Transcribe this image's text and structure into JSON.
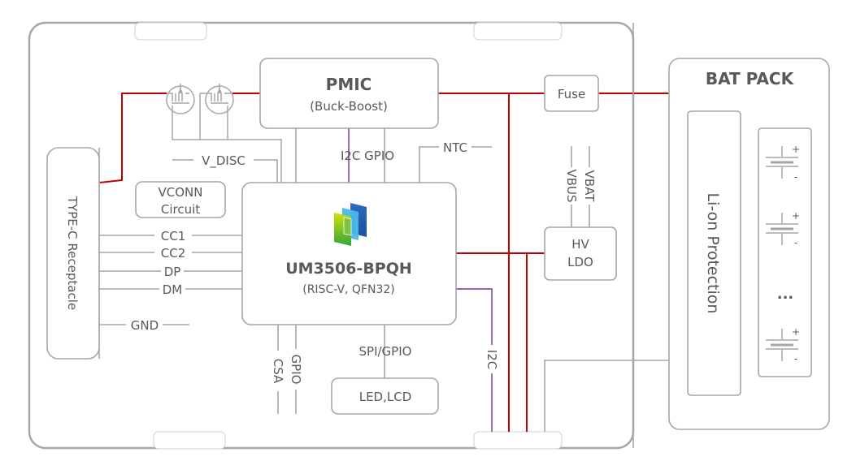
{
  "board": {
    "pmic": {
      "title": "PMIC",
      "subtitle": "(Buck-Boost)"
    },
    "mcu": {
      "title": "UM3506-BPQH",
      "subtitle": "(RISC-V, QFN32)"
    },
    "fuse": "Fuse",
    "hv_ldo": {
      "line1": "HV",
      "line2": "LDO"
    },
    "vconn": {
      "line1": "VCONN",
      "line2": "Circuit"
    },
    "typec": "TYPE-C Receptacle",
    "led_lcd": "LED,LCD",
    "signals": {
      "v_disc": "V_DISC",
      "i2c_gpio": "I2C GPIO",
      "ntc": "NTC",
      "cc1": "CC1",
      "cc2": "CC2",
      "dp": "DP",
      "dm": "DM",
      "gnd": "GND",
      "csa": "CSA",
      "gpio": "GPIO",
      "spi_gpio": "SPI/GPIO",
      "i2c": "I2C",
      "vbus": "VBUS",
      "vbat": "VBAT"
    }
  },
  "bat_pack": {
    "title": "BAT PACK",
    "protection": "Li-on Protection",
    "ellipsis": "...",
    "cells": [
      {
        "plus": "+",
        "minus": "-"
      },
      {
        "plus": "+",
        "minus": "-"
      },
      {
        "plus": "+",
        "minus": "-"
      }
    ]
  },
  "colors": {
    "power_line": "#c00000",
    "i2c_line": "#7030a0",
    "outline": "#a6a6a6",
    "text": "#595959"
  }
}
